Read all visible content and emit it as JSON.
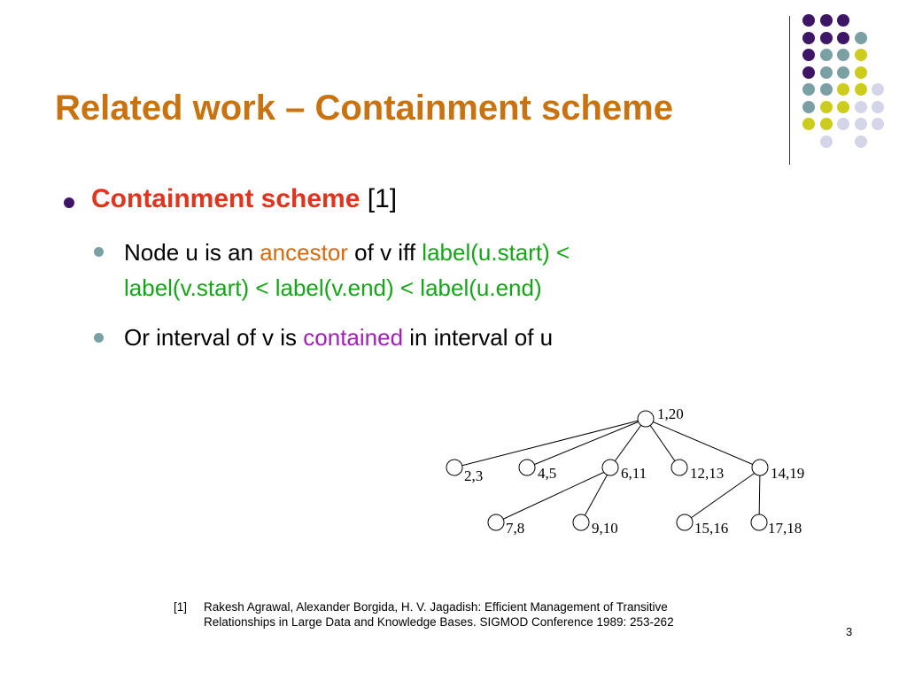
{
  "title": "Related work – Containment scheme",
  "bullet_main": {
    "highlight": "Containment scheme",
    "rest": " [1]"
  },
  "sub1": {
    "a": "Node u is an ",
    "b": "ancestor",
    "c": " of v iff ",
    "d_line1": "label(u.start) <",
    "d_line2": "label(v.start) < label(v.end) < label(u.end)"
  },
  "sub2": {
    "a": "Or interval of v is ",
    "b": "contained",
    "c": " in interval of u"
  },
  "tree": {
    "root": "1,20",
    "level1": [
      "2,3",
      "4,5",
      "6,11",
      "12,13",
      "14,19"
    ],
    "level2": [
      "7,8",
      "9,10",
      "15,16",
      "17,18"
    ]
  },
  "reference": {
    "num": "[1]",
    "line1": "Rakesh Agrawal, Alexander Borgida, H. V. Jagadish: Efficient Management of Transitive",
    "line2": "Relationships in Large Data and Knowledge Bases. SIGMOD Conference 1989: 253-262"
  },
  "page_number": "3",
  "colors": {
    "title": "#c8730f",
    "highlight_red": "#e0341f",
    "ancestor_orange": "#d46a10",
    "label_green": "#16a51a",
    "contained_purple": "#a020b8",
    "dot_purple": "#3d1666",
    "dot_teal": "#7ba0a4",
    "dot_yellow": "#cccc1f",
    "dot_lavender": "#d5d5ea"
  }
}
